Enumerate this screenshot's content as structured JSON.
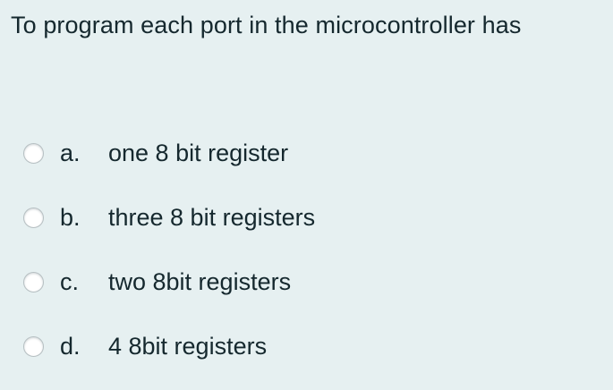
{
  "question": {
    "text": "To program each port in the microcontroller has"
  },
  "options": [
    {
      "letter": "a.",
      "text": "one 8 bit register",
      "radio_state": "unselected"
    },
    {
      "letter": "b.",
      "text": "three 8 bit registers",
      "radio_state": "unselected"
    },
    {
      "letter": "c.",
      "text": "two 8bit registers",
      "radio_state": "unselected"
    },
    {
      "letter": "d.",
      "text": "4 8bit registers",
      "radio_state": "unselected"
    }
  ],
  "colors": {
    "background": "#e6f0f1",
    "text": "#15282e",
    "radio_fill": "#ffffff",
    "radio_border": "#b6bfc2"
  }
}
